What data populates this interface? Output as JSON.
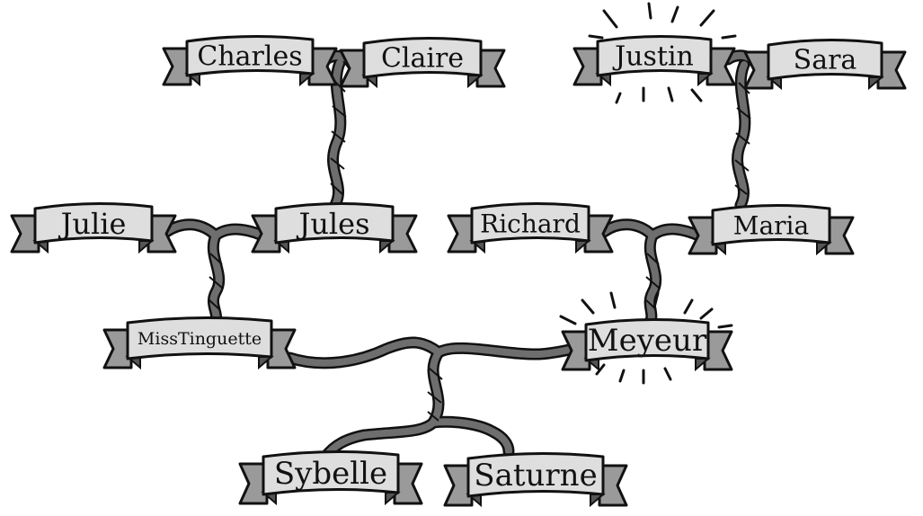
{
  "colors": {
    "background": "#ffffff",
    "outline": "#111111",
    "rope": "#6e6e6e",
    "banner_face": "#dedede",
    "banner_tail": "#9a9a9a",
    "banner_fold": "#555555",
    "glow": "#111111"
  },
  "people": {
    "charles": "Charles",
    "claire": "Claire",
    "justin": "Justin",
    "sara": "Sara",
    "julie": "Julie",
    "jules": "Jules",
    "richard": "Richard",
    "maria": "Maria",
    "miss_tinguette": "MissTinguette",
    "meyeur": "Meyeur",
    "sybelle": "Sybelle",
    "saturne": "Saturne"
  },
  "highlighted": [
    "justin",
    "meyeur"
  ]
}
